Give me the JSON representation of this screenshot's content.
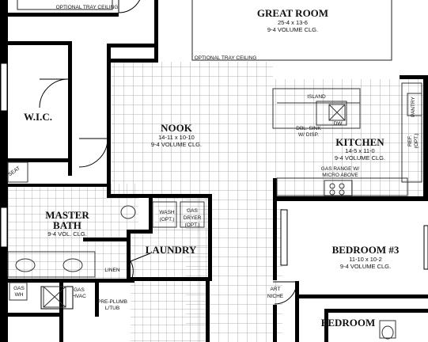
{
  "plan": {
    "rooms": {
      "great_room": {
        "name": "GREAT ROOM",
        "dims": "25-4 x 13-6",
        "ceiling": "9-4 VOLUME CLG."
      },
      "nook": {
        "name": "NOOK",
        "dims": "14-11 x 10-10",
        "ceiling": "9-4 VOLUME CLG."
      },
      "kitchen": {
        "name": "KITCHEN",
        "dims": "14-5 x 11-0",
        "ceiling": "9-4 VOLUME CLG."
      },
      "master_bath": {
        "name_line1": "MASTER",
        "name_line2": "BATH",
        "ceiling": "9-4 VOL. CLG."
      },
      "laundry": {
        "name": "LAUNDRY"
      },
      "bedroom3": {
        "name": "BEDROOM #3",
        "dims": "11-10 x 10-2",
        "ceiling": "9-4 VOLUME CLG."
      },
      "bedroom2_partial": {
        "name": "BEDROOM"
      },
      "wic": {
        "name": "W.I.C."
      }
    },
    "notes": {
      "optional_tray_left": "OPTIONAL TRAY CEILING",
      "optional_tray_great": "OPTIONAL TRAY CEILING",
      "island": "ISLAND",
      "sink_line1": "DBL. SINK",
      "sink_line2": "W/ DISP.",
      "dw": "DW",
      "pantry": "PANTRY",
      "refr_line1": "REF.",
      "refr_line2": "(OPT.)",
      "range_line1": "GAS RANGE W/",
      "range_line2": "MICRO ABOVE",
      "wash_line1": "WASH",
      "wash_line2": "(OPT.)",
      "dryer_line1": "GAS",
      "dryer_line2": "DRYER",
      "dryer_line3": "(OPT.)",
      "linen": "LINEN",
      "gas_wh_line1": "GAS",
      "gas_wh_line2": "WH",
      "gas_hvac_line1": "GAS",
      "gas_hvac_line2": "HVAC",
      "preplumb_line1": "PRE-PLUMB",
      "preplumb_line2": "L/TUB",
      "art_niche_line1": "ART",
      "art_niche_line2": "NICHE",
      "seat": "SEAT"
    },
    "colors": {
      "wall": "#000000",
      "tile": "#9a9a9a",
      "fixture": "#333333"
    }
  }
}
